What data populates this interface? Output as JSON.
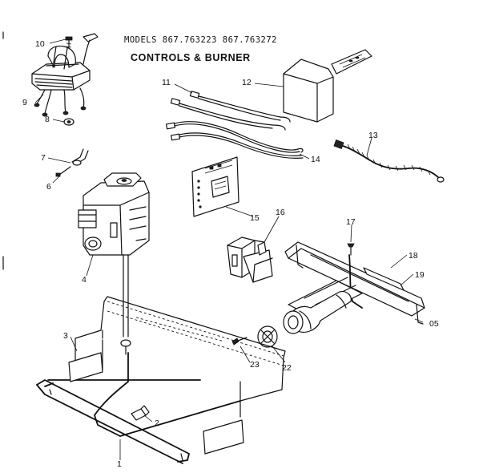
{
  "header": {
    "models_line": "MODELS 867.763223 867.763272",
    "title": "CONTROLS & BURNER"
  },
  "callouts": {
    "c1": "1",
    "c2": "2",
    "c3": "3",
    "c4": "4",
    "c5": "05",
    "c6": "6",
    "c7": "7",
    "c8": "8",
    "c9": "9",
    "c10": "10",
    "c11": "11",
    "c12": "12",
    "c13": "13",
    "c14": "14",
    "c15": "15",
    "c16": "16",
    "c17": "17",
    "c18": "18",
    "c19": "19",
    "c22": "22",
    "c23": "23"
  }
}
